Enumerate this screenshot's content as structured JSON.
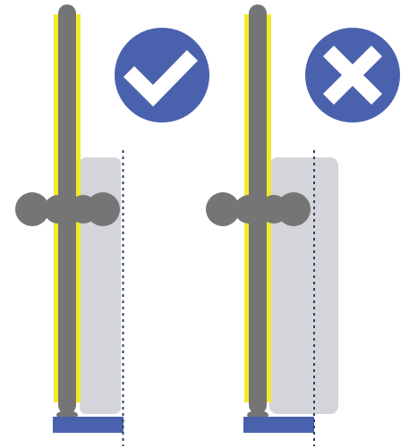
{
  "colors": {
    "background": "#ffffff",
    "pole": "#757575",
    "pole_highlight": "#f2ea2c",
    "door_panel": "#d4d5da",
    "base": "#4a61ad",
    "badge": "#4a61ad",
    "badge_symbol": "#ffffff",
    "dotted_line": "#2e4163"
  },
  "panels": [
    {
      "id": "correct",
      "status": "correct",
      "badge_icon": "check-icon",
      "door_fits_within_line": true
    },
    {
      "id": "incorrect",
      "status": "incorrect",
      "badge_icon": "cross-icon",
      "door_fits_within_line": false
    }
  ]
}
